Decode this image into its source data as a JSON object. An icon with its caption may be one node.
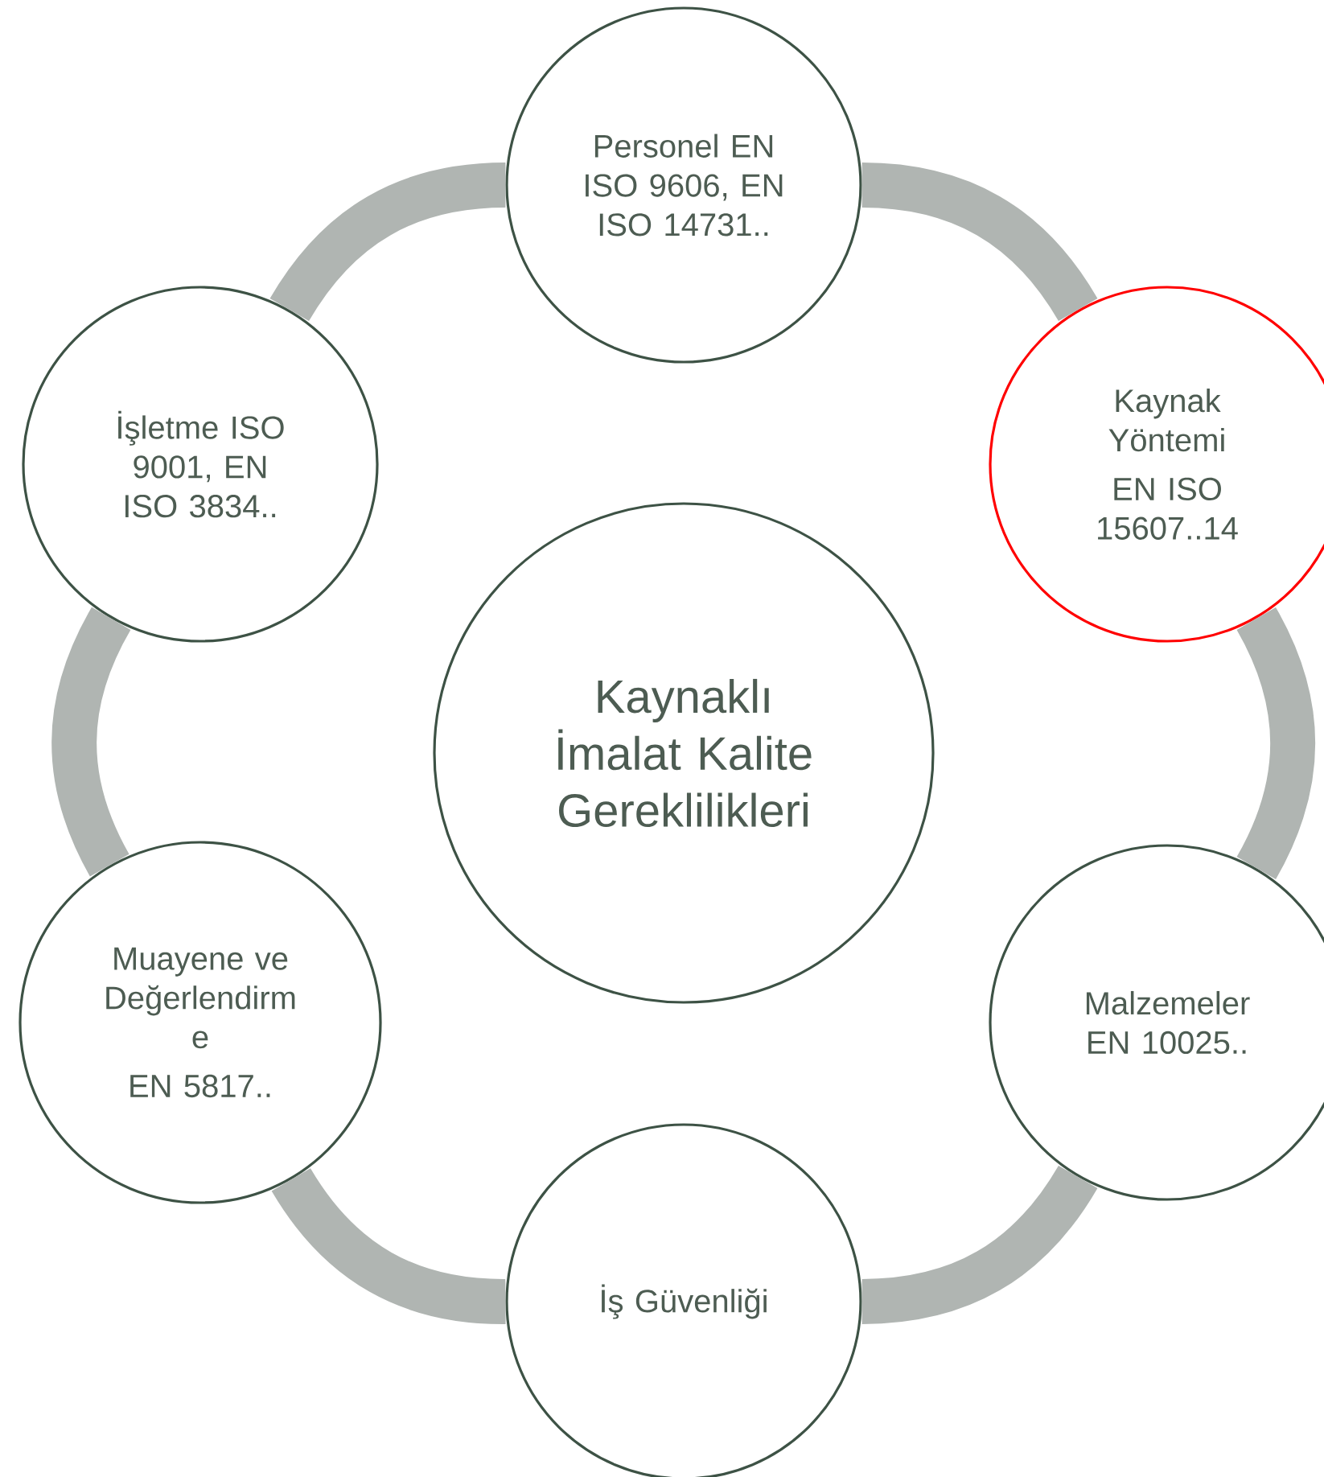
{
  "diagram": {
    "nodes": [
      {
        "text": [
          "Personel EN ISO 9606, EN ISO 14731.."
        ]
      },
      {
        "text": [
          "İşletme ISO 9001, EN ISO 3834.."
        ]
      },
      {
        "text": [
          "Kaynak Yöntemi",
          "EN ISO 15607..14"
        ]
      },
      {
        "text": [
          "Kaynaklı İmalat Kalite Gereklilikleri"
        ]
      },
      {
        "text": [
          "Muayene ve Değerlendirm e",
          "EN 5817.."
        ]
      },
      {
        "text": [
          "Malzemeler EN 10025.."
        ]
      },
      {
        "text": [
          "İş Güvenliği"
        ]
      }
    ],
    "edges": [
      {
        "from": 0,
        "to": 2,
        "arrow": "none"
      },
      {
        "from": 2,
        "to": 5,
        "arrow": "none"
      },
      {
        "from": 5,
        "to": 6,
        "arrow": "none"
      },
      {
        "from": 6,
        "to": 4,
        "arrow": "none"
      },
      {
        "from": 4,
        "to": 1,
        "arrow": "none"
      },
      {
        "from": 1,
        "to": 0,
        "arrow": "none"
      }
    ]
  }
}
